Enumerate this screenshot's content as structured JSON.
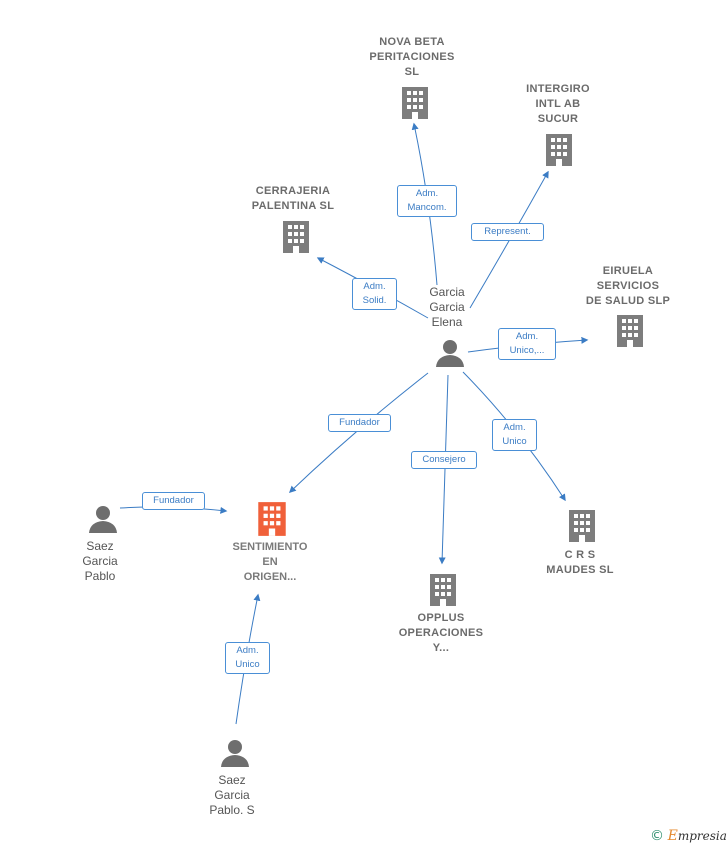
{
  "colors": {
    "edge": "#3b7cc4",
    "building": "#7d7d7d",
    "building_main": "#f0603a",
    "person": "#6e6e6e"
  },
  "nodes": {
    "nova_beta": "NOVA BETA\nPERITACIONES\nSL",
    "intergiro": "INTERGIRO\nINTL AB\nSUCUR",
    "cerrajeria": "CERRAJERIA\nPALENTINA  SL",
    "eiruela": "EIRUELA\nSERVICIOS\nDE SALUD SLP",
    "garcia": "Garcia\nGarcia\nElena",
    "saez1": "Saez\nGarcia\nPablo",
    "sentimiento": "SENTIMIENTO\nEN\nORIGEN...",
    "opplus": "OPPLUS\nOPERACIONES\nY...",
    "crs": "C R S\nMAUDES  SL",
    "saez2": "Saez\nGarcia\nPablo.  S"
  },
  "relations": {
    "mancom": "Adm.\nMancom.",
    "represent": "Represent.",
    "solid": "Adm.\nSolid.",
    "unico_eiruela": "Adm.\nUnico,...",
    "fundador_main": "Fundador",
    "consejero": "Consejero",
    "unico_crs": "Adm.\nUnico",
    "fundador_saez": "Fundador",
    "unico_saez2": "Adm.\nUnico"
  },
  "icons": {
    "building": "building-icon",
    "person": "person-icon"
  },
  "brand": {
    "symbol": "©",
    "e": "E",
    "name": "mpresia"
  }
}
